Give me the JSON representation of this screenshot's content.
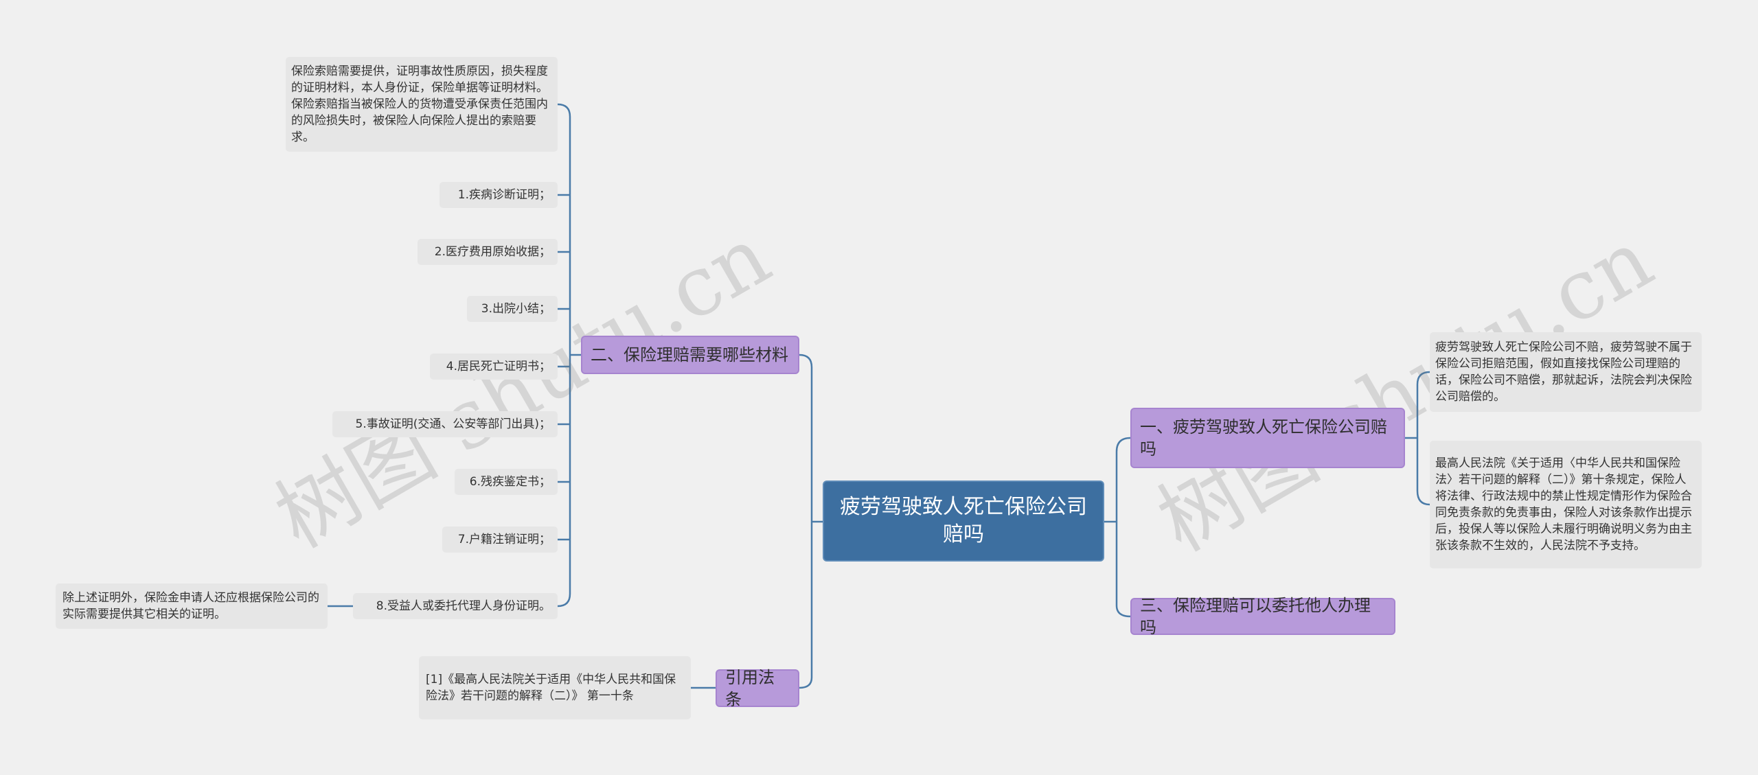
{
  "root": {
    "label": "疲劳驾驶致人死亡保险公司赔吗"
  },
  "branches": {
    "materials": {
      "label": "二、保险理赔需要哪些材料",
      "items": [
        "保险索赔需要提供，证明事故性质原因，损失程度的证明材料，本人身份证，保险单据等证明材料。保险索赔指当被保险人的货物遭受承保责任范围内的风险损失时，被保险人向保险人提出的索赔要求。",
        "1.疾病诊断证明；",
        "2.医疗费用原始收据；",
        "3.出院小结；",
        "4.居民死亡证明书；",
        "5.事故证明(交通、公安等部门出具)；",
        "6.残疾鉴定书；",
        "7.户籍注销证明；",
        "8.受益人或委托代理人身份证明。"
      ],
      "item8_child": "除上述证明外，保险金申请人还应根据保险公司的实际需要提供其它相关的证明。"
    },
    "citation": {
      "label": "引用法条",
      "items": [
        "[1]《最高人民法院关于适用《中华人民共和国保险法》若干问题的解释（二）》 第一十条"
      ]
    },
    "fatigue": {
      "label": "一、疲劳驾驶致人死亡保险公司赔吗",
      "items": [
        "疲劳驾驶致人死亡保险公司不赔，疲劳驾驶不属于保险公司拒赔范围，假如直接找保险公司理赔的话，保险公司不赔偿，那就起诉，法院会判决保险公司赔偿的。",
        "最高人民法院《关于适用〈中华人民共和国保险法〉若干问题的解释（二）》第十条规定，保险人将法律、行政法规中的禁止性规定情形作为保险合同免责条款的免责事由，保险人对该条款作出提示后，投保人等以保险人未履行明确说明义务为由主张该条款不生效的，人民法院不予支持。"
      ]
    },
    "delegate": {
      "label": "三、保险理赔可以委托他人办理吗"
    }
  },
  "watermark": {
    "text": "树图 shutu.cn"
  },
  "colors": {
    "background": "#f0f0f0",
    "root_fill": "#3d6fa0",
    "branch_fill": "#b79ada",
    "leaf_fill": "#e6e6e6",
    "connector": "#4a7ba8"
  }
}
